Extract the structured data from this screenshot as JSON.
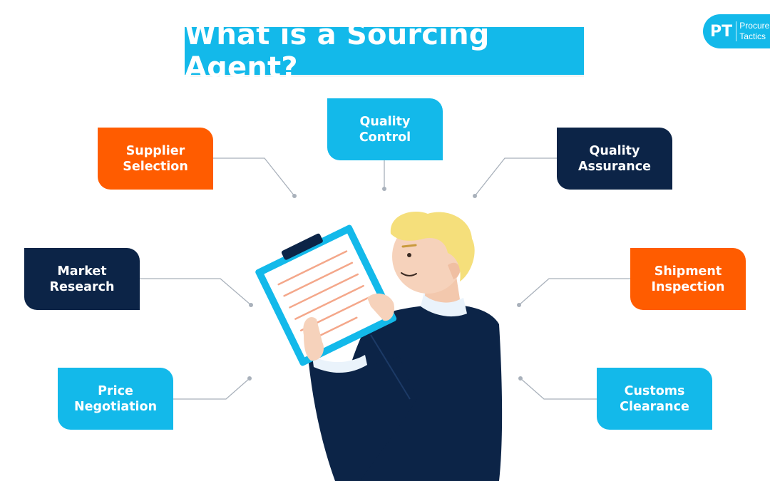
{
  "title": "What is a Sourcing Agent?",
  "logo": {
    "mark": "PT",
    "line1": "Procurement",
    "line2": "Tactics"
  },
  "colors": {
    "cyan": "#13b9ea",
    "navy": "#0c2447",
    "orange": "#ff5c00"
  },
  "roles": [
    {
      "id": "supplier-selection",
      "label": "Supplier\nSelection",
      "color": "#ff5c00"
    },
    {
      "id": "quality-control",
      "label": "Quality\nControl",
      "color": "#13b9ea"
    },
    {
      "id": "quality-assurance",
      "label": "Quality\nAssurance",
      "color": "#0c2447"
    },
    {
      "id": "market-research",
      "label": "Market\nResearch",
      "color": "#0c2447"
    },
    {
      "id": "shipment-inspection",
      "label": "Shipment\nInspection",
      "color": "#ff5c00"
    },
    {
      "id": "price-negotiation",
      "label": "Price\nNegotiation",
      "color": "#13b9ea"
    },
    {
      "id": "customs-clearance",
      "label": "Customs\nClearance",
      "color": "#13b9ea"
    }
  ],
  "illustration": {
    "subject": "man-holding-clipboard"
  }
}
